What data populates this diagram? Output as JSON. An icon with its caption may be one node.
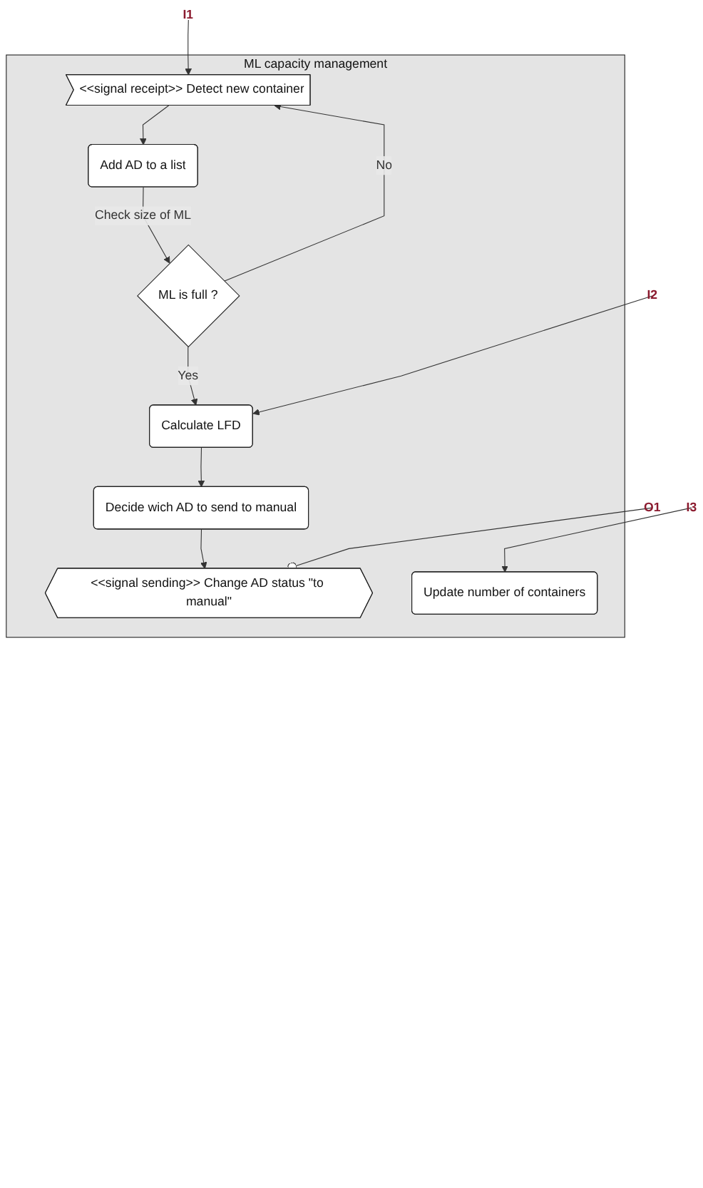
{
  "diagram": {
    "nodes": [
      {
        "text": [
          "ML capacity management"
        ]
      },
      {
        "text": [
          "I1"
        ]
      },
      {
        "text": [
          "<<signal receipt>> Detect new container"
        ],
        "in": 0
      },
      {
        "text": [
          "Add AD to a list"
        ],
        "in": 0
      },
      {
        "text": [
          "ML is full ?"
        ],
        "in": 0
      },
      {
        "text": [
          "I2"
        ]
      },
      {
        "text": [
          "Calculate LFD"
        ],
        "in": 0
      },
      {
        "text": [
          "Decide wich AD to send to manual"
        ],
        "in": 0
      },
      {
        "text": [
          "O1"
        ]
      },
      {
        "text": [
          "<<signal sending>> Change AD status \"to manual\""
        ],
        "in": 0
      },
      {
        "text": [
          "I3"
        ]
      },
      {
        "text": [
          "Update number of containers"
        ],
        "in": 0
      }
    ],
    "edges": [
      {
        "from": 1,
        "to": 2,
        "arrow": "to"
      },
      {
        "from": 2,
        "to": 3,
        "arrow": "to"
      },
      {
        "from": 3,
        "to": 4,
        "arrow": "to",
        "label": "Check size of ML"
      },
      {
        "from": 4,
        "to": 2,
        "arrow": "to",
        "label": "No"
      },
      {
        "from": 4,
        "to": 6,
        "arrow": "to",
        "label": "Yes"
      },
      {
        "from": 5,
        "to": 6,
        "arrow": "to"
      },
      {
        "from": 6,
        "to": 7,
        "arrow": "to"
      },
      {
        "from": 7,
        "to": 9,
        "arrow": "to"
      },
      {
        "from": 8,
        "to": 9,
        "arrow": "other"
      },
      {
        "from": 10,
        "to": 11,
        "arrow": "to"
      }
    ]
  }
}
